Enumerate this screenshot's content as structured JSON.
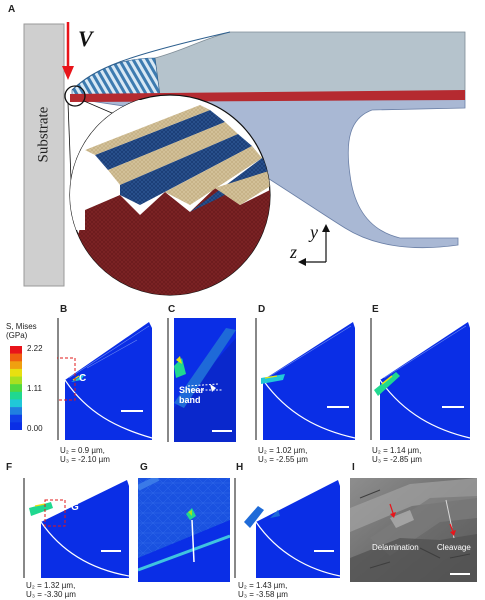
{
  "panels": {
    "A": "A",
    "B": "B",
    "C": "C",
    "D": "D",
    "E": "E",
    "F": "F",
    "G": "G",
    "H": "H",
    "I": "I"
  },
  "panel_a": {
    "velocity": "V",
    "substrate": "Substrate",
    "axis_y": "y",
    "axis_z": "z"
  },
  "legend": {
    "title_line1": "S, Mises",
    "title_line2": "(GPa)",
    "tick_max": "2.22",
    "tick_mid": "1.11",
    "tick_min": "0.00",
    "colors": [
      "#e8141a",
      "#f06010",
      "#f0a010",
      "#e8e010",
      "#a8e020",
      "#50d840",
      "#20d890",
      "#20c8d8",
      "#2080e0",
      "#1040e8",
      "#0a2ee6"
    ]
  },
  "colors": {
    "stress_low": "#0a2ee6",
    "film_red": "#b52a30",
    "film_blue": "#5b8fc0",
    "film_gray": "#b5c3cc",
    "body_blue": "#a9b8d4",
    "substrate": "#cfcfcf",
    "arrow": "#e8141a",
    "dashed_box": "#e01818"
  },
  "annotations": {
    "b_zoom_label": "C",
    "c_shear_line1": "Shear",
    "c_shear_line2": "band",
    "f_zoom_label": "G",
    "i_delamination": "Delamination",
    "i_cleavage": "Cleavage"
  },
  "captions": {
    "B": {
      "u2": "U₂ = 0.9 µm,",
      "u3": "U₃ = -2.10 µm"
    },
    "D": {
      "u2": "U₂ = 1.02 µm,",
      "u3": "U₃ = -2.55 µm"
    },
    "E": {
      "u2": "U₂ = 1.14 µm,",
      "u3": "U₃ = -2.85 µm"
    },
    "F": {
      "u2": "U₂ = 1.32 µm,",
      "u3": "U₃ = -3.30 µm"
    },
    "H": {
      "u2": "U₂ = 1.43 µm,",
      "u3": "U₃ = -3.58 µm"
    }
  }
}
